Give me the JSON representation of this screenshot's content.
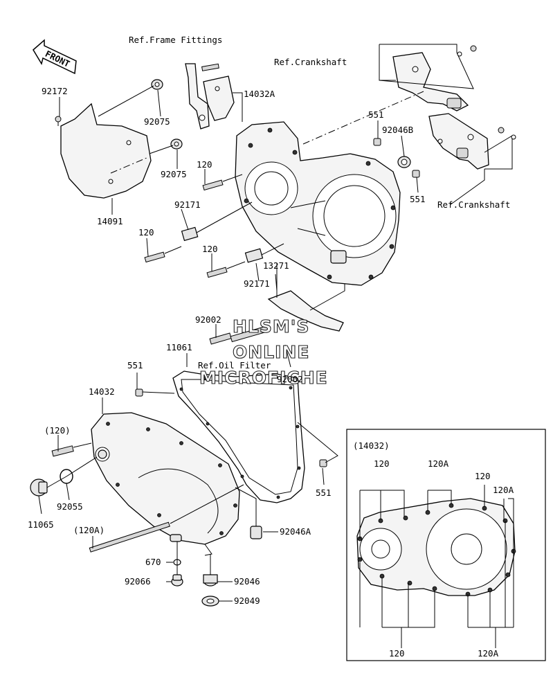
{
  "labels": {
    "ref_frame_fittings": "Ref.Frame Fittings",
    "ref_crankshaft_top": "Ref.Crankshaft",
    "ref_crankshaft_right": "Ref.Crankshaft",
    "ref_oil_filter": "Ref.Oil Filter",
    "p92172": "92172",
    "p92075_a": "92075",
    "p92075_b": "92075",
    "p14032A": "14032A",
    "p551_a": "551",
    "p92046B": "92046B",
    "p120_a": "120",
    "p551_b": "551",
    "p14091": "14091",
    "p92171_a": "92171",
    "p120_b": "120",
    "p120_c": "120",
    "p13271": "13271",
    "p92171_b": "92171",
    "p92002_a": "92002",
    "p11061": "11061",
    "p92002_b": "92002",
    "p551_c": "551",
    "p14032": "14032",
    "p120_paren": "(120)",
    "p92055": "92055",
    "p11065": "11065",
    "p120A_paren": "(120A)",
    "p92046A": "92046A",
    "p551_d": "551",
    "p670": "670",
    "p92066": "92066",
    "p92046": "92046",
    "p92049": "92049"
  },
  "inset": {
    "title": "(14032)",
    "top_120_left": "120",
    "top_120A_left": "120A",
    "top_120_right": "120",
    "top_120A_right": "120A",
    "bottom_120": "120",
    "bottom_120A": "120A"
  },
  "front_arrow": "FRONT",
  "watermark": {
    "line1": "HLSM'S",
    "line2": "ONLINE",
    "line3": "MICROFICHE"
  }
}
